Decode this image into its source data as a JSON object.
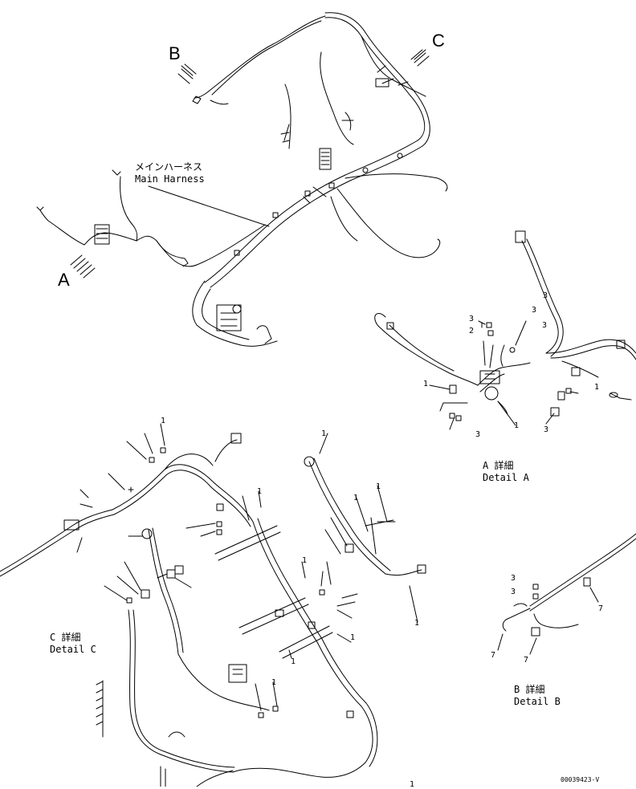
{
  "view_labels": {
    "a": "A",
    "b": "B",
    "c": "C"
  },
  "main_harness": {
    "jp": "メインハーネス",
    "en": "Main Harness"
  },
  "detail_a": {
    "jp": "A 詳細",
    "en": "Detail A"
  },
  "detail_b": {
    "jp": "B 詳細",
    "en": "Detail B"
  },
  "detail_c": {
    "jp": "C 詳細",
    "en": "Detail C"
  },
  "callouts": {
    "a": [
      "1",
      "3",
      "2",
      "3",
      "3",
      "1",
      "3",
      "3",
      "1",
      "3"
    ],
    "b": [
      "3",
      "3",
      "7",
      "7",
      "7"
    ],
    "c": [
      "1",
      "1",
      "1",
      "1",
      "1",
      "1",
      "1",
      "1",
      "1",
      "1",
      "1"
    ]
  },
  "drawing_number": "00039423-V"
}
